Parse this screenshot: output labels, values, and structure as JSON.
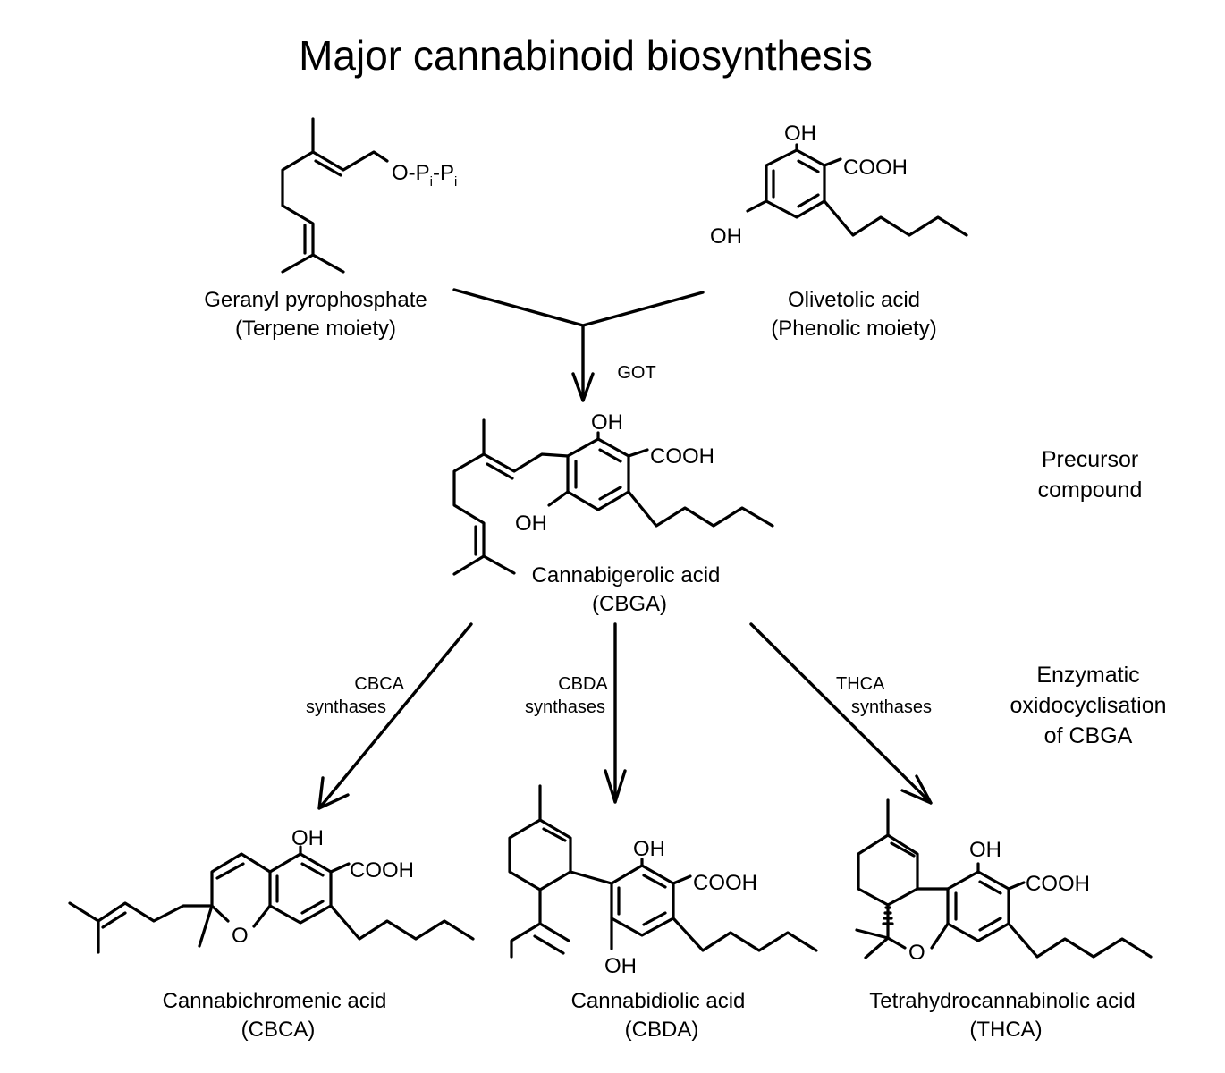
{
  "title": "Major cannabinoid biosynthesis",
  "atoms": {
    "oh": "OH",
    "cooh": "COOH",
    "o": "O",
    "ppi_prefix": "O-P",
    "ppi_mid": "-P",
    "ppi_sub": "i"
  },
  "compounds": {
    "gpp": {
      "name": "Geranyl pyrophosphate",
      "sub": "(Terpene moiety)"
    },
    "olivetolic": {
      "name": "Olivetolic acid",
      "sub": "(Phenolic moiety)"
    },
    "cbga": {
      "name": "Cannabigerolic acid",
      "sub": "(CBGA)"
    },
    "cbca": {
      "name": "Cannabichromenic acid",
      "sub": "(CBCA)"
    },
    "cbda": {
      "name": "Cannabidiolic acid",
      "sub": "(CBDA)"
    },
    "thca": {
      "name": "Tetrahydrocannabinolic acid",
      "sub": "(THCA)"
    }
  },
  "enzymes": {
    "got": "GOT",
    "cbca": [
      "CBCA",
      "synthases"
    ],
    "cbda": [
      "CBDA",
      "synthases"
    ],
    "thca": [
      "THCA",
      "synthases"
    ]
  },
  "side_notes": {
    "precursor": [
      "Precursor",
      "compound"
    ],
    "oxido": [
      "Enzymatic",
      "oxidocyclisation",
      "of CBGA"
    ]
  }
}
